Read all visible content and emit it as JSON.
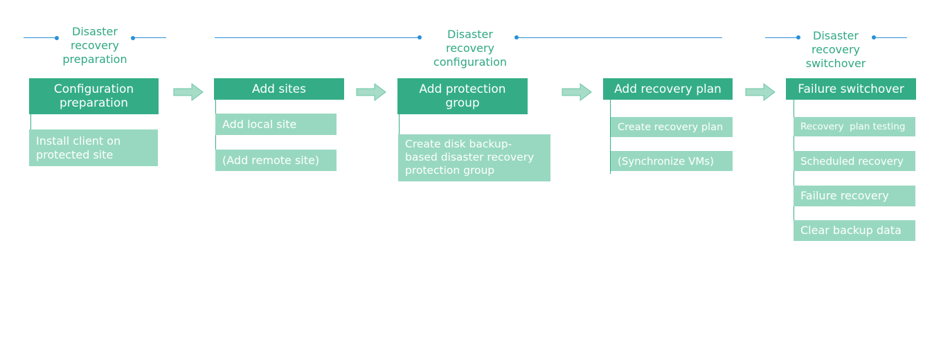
{
  "phases": [
    {
      "label": "Disaster recovery preparation"
    },
    {
      "label": "Disaster recovery configuration"
    },
    {
      "label": "Disaster recovery switchover"
    }
  ],
  "steps": [
    {
      "title": "Configuration preparation",
      "items": [
        "Install client on protected site"
      ]
    },
    {
      "title": "Add sites",
      "items": [
        "Add local site",
        "(Add remote site)"
      ]
    },
    {
      "title": "Add protection group",
      "items": [
        "Create disk backup-based disaster recovery protection group"
      ]
    },
    {
      "title": "Add recovery plan",
      "items": [
        "Create recovery plan",
        "(Synchronize VMs)"
      ]
    },
    {
      "title": "Failure switchover",
      "items": [
        "Recovery  plan testing",
        "Scheduled recovery",
        "Failure recovery",
        "Clear backup data"
      ]
    }
  ],
  "colors": {
    "header": "#34ad86",
    "item": "#98d8c1",
    "phase_text": "#2fa882",
    "phase_line": "#2a8fd6",
    "arrow_fill": "#a6dcc8",
    "arrow_stroke": "#6cc4a4"
  }
}
